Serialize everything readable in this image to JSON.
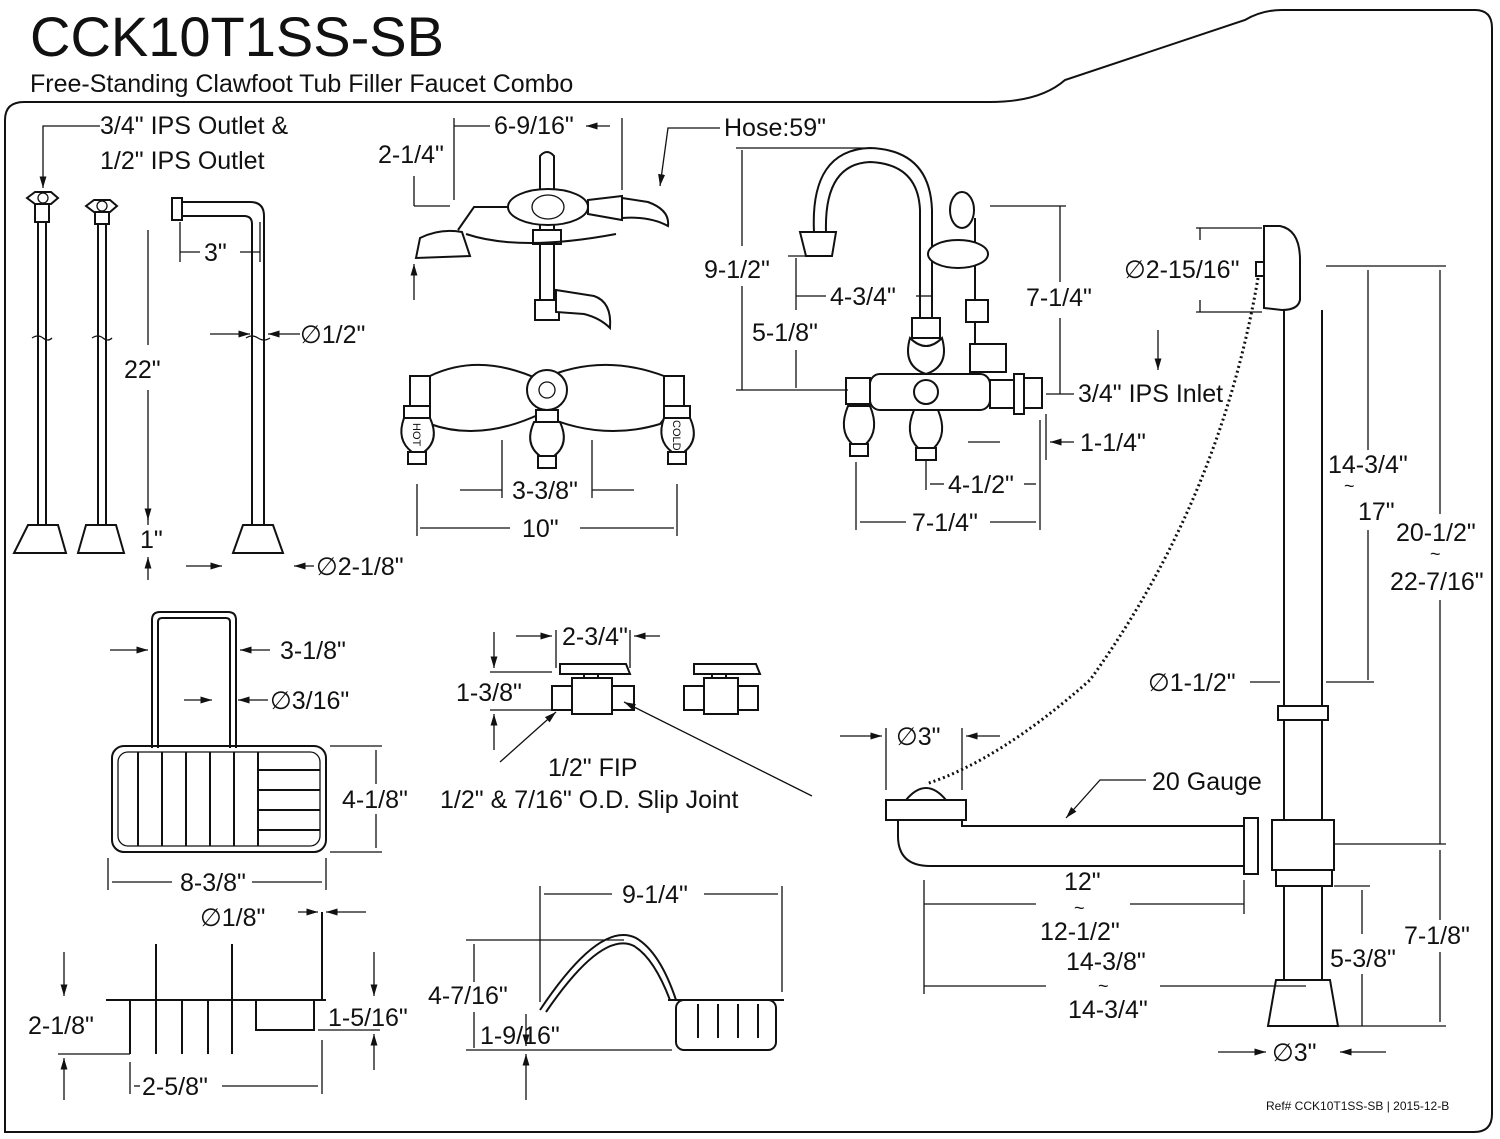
{
  "header": {
    "model": "CCK10T1SS-SB",
    "subtitle": "Free-Standing Clawfoot Tub Filler Faucet Combo"
  },
  "supply_lines": {
    "outlet_label_line1": "3/4\" IPS Outlet &",
    "outlet_label_line2": "1/2\" IPS Outlet",
    "offset": "3\"",
    "pipe_dia": "∅1/2\"",
    "height": "22\"",
    "base": "1\"",
    "flange_dia": "∅2-1/8\""
  },
  "faucet_front": {
    "hand_shower_height": "2-1/4\"",
    "width_top": "6-9/16\"",
    "centers": "3-3/8\"",
    "overall": "10\"",
    "hot_label": "HOT",
    "cold_label": "COLD"
  },
  "faucet_side": {
    "hose": "Hose:59\"",
    "spout_height": "9-1/2\"",
    "reach": "4-3/4\"",
    "spout_drop": "5-1/8\"",
    "cradle_height": "7-1/4\"",
    "inlet": "3/4\" IPS Inlet",
    "inlet_offset": "1-1/4\"",
    "body_depth": "4-1/2\"",
    "overall_depth": "7-1/4\""
  },
  "drain": {
    "overflow_dia": "∅2-15/16\"",
    "overflow_height_line1": "14-3/4\"",
    "overflow_height_line2": "17\"",
    "total_height_line1": "20-1/2\"",
    "total_height_line2": "22-7/16\"",
    "pipe_dia": "∅1-1/2\"",
    "drain_dia": "∅3\"",
    "gauge": "20 Gauge",
    "run_line1": "12\"",
    "run_line2": "12-1/2\"",
    "overall_line1": "14-3/8\"",
    "overall_line2": "14-3/4\"",
    "tee_height": "5-3/8\"",
    "lower_height": "7-1/8\"",
    "flange_dia": "∅3\"",
    "approx": "~"
  },
  "valves": {
    "width": "2-3/4\"",
    "height": "1-3/8\"",
    "fip": "1/2\" FIP",
    "slip": "1/2\" & 7/16\" O.D. Slip Joint"
  },
  "soap_basket": {
    "handle_width": "3-1/8\"",
    "wire_dia": "∅3/16\"",
    "depth": "4-1/8\"",
    "width": "8-3/8\""
  },
  "soap_side": {
    "wire_dia": "∅1/8\"",
    "height": "2-1/8\"",
    "basket_height": "1-5/16\"",
    "width": "2-5/8\""
  },
  "soap_dish": {
    "length": "9-1/4\"",
    "height": "4-7/16\"",
    "basket_height": "1-9/16\""
  },
  "footer": {
    "ref": "Ref# CCK10T1SS-SB | 2015-12-B"
  }
}
